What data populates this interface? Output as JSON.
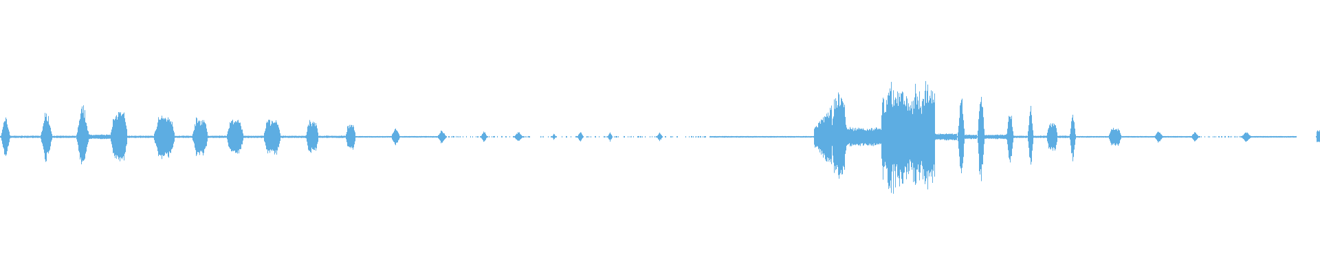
{
  "waveform": {
    "color": "#5DADE2",
    "background": "#FFFFFF",
    "duration_fraction_note": "",
    "segments": [
      {
        "start": 0.0,
        "end": 0.008,
        "amplitude": 0.17,
        "shape": "burst"
      },
      {
        "start": 0.008,
        "end": 0.03,
        "amplitude": 0.01,
        "shape": "line"
      },
      {
        "start": 0.03,
        "end": 0.04,
        "amplitude": 0.22,
        "shape": "burst"
      },
      {
        "start": 0.04,
        "end": 0.057,
        "amplitude": 0.01,
        "shape": "line"
      },
      {
        "start": 0.057,
        "end": 0.068,
        "amplitude": 0.26,
        "shape": "burst"
      },
      {
        "start": 0.068,
        "end": 0.084,
        "amplitude": 0.02,
        "shape": "line"
      },
      {
        "start": 0.084,
        "end": 0.096,
        "amplitude": 0.22,
        "shape": "block"
      },
      {
        "start": 0.096,
        "end": 0.117,
        "amplitude": 0.01,
        "shape": "line"
      },
      {
        "start": 0.117,
        "end": 0.132,
        "amplitude": 0.18,
        "shape": "block"
      },
      {
        "start": 0.132,
        "end": 0.146,
        "amplitude": 0.01,
        "shape": "line"
      },
      {
        "start": 0.146,
        "end": 0.157,
        "amplitude": 0.16,
        "shape": "block"
      },
      {
        "start": 0.157,
        "end": 0.172,
        "amplitude": 0.01,
        "shape": "line"
      },
      {
        "start": 0.172,
        "end": 0.184,
        "amplitude": 0.15,
        "shape": "block"
      },
      {
        "start": 0.184,
        "end": 0.2,
        "amplitude": 0.01,
        "shape": "line"
      },
      {
        "start": 0.2,
        "end": 0.212,
        "amplitude": 0.15,
        "shape": "block"
      },
      {
        "start": 0.212,
        "end": 0.232,
        "amplitude": 0.01,
        "shape": "line"
      },
      {
        "start": 0.232,
        "end": 0.241,
        "amplitude": 0.14,
        "shape": "block"
      },
      {
        "start": 0.241,
        "end": 0.262,
        "amplitude": 0.01,
        "shape": "line"
      },
      {
        "start": 0.262,
        "end": 0.269,
        "amplitude": 0.11,
        "shape": "block"
      },
      {
        "start": 0.269,
        "end": 0.296,
        "amplitude": 0.005,
        "shape": "line"
      },
      {
        "start": 0.296,
        "end": 0.303,
        "amplitude": 0.09,
        "shape": "diamond"
      },
      {
        "start": 0.303,
        "end": 0.331,
        "amplitude": 0.005,
        "shape": "line"
      },
      {
        "start": 0.331,
        "end": 0.338,
        "amplitude": 0.07,
        "shape": "diamond"
      },
      {
        "start": 0.338,
        "end": 0.364,
        "amplitude": 0.003,
        "shape": "dots"
      },
      {
        "start": 0.364,
        "end": 0.369,
        "amplitude": 0.06,
        "shape": "diamond"
      },
      {
        "start": 0.369,
        "end": 0.389,
        "amplitude": 0.003,
        "shape": "dots"
      },
      {
        "start": 0.389,
        "end": 0.396,
        "amplitude": 0.05,
        "shape": "diamond"
      },
      {
        "start": 0.396,
        "end": 0.418,
        "amplitude": 0.003,
        "shape": "dots"
      },
      {
        "start": 0.418,
        "end": 0.421,
        "amplitude": 0.03,
        "shape": "diamond"
      },
      {
        "start": 0.421,
        "end": 0.437,
        "amplitude": 0.003,
        "shape": "dots"
      },
      {
        "start": 0.437,
        "end": 0.442,
        "amplitude": 0.05,
        "shape": "diamond"
      },
      {
        "start": 0.442,
        "end": 0.46,
        "amplitude": 0.003,
        "shape": "dots"
      },
      {
        "start": 0.46,
        "end": 0.464,
        "amplitude": 0.05,
        "shape": "diamond"
      },
      {
        "start": 0.464,
        "end": 0.497,
        "amplitude": 0.003,
        "shape": "dots"
      },
      {
        "start": 0.497,
        "end": 0.502,
        "amplitude": 0.04,
        "shape": "diamond"
      },
      {
        "start": 0.502,
        "end": 0.538,
        "amplitude": 0.003,
        "shape": "dots"
      },
      {
        "start": 0.538,
        "end": 0.617,
        "amplitude": 0.006,
        "shape": "line"
      },
      {
        "start": 0.617,
        "end": 0.63,
        "amplitude": 0.27,
        "shape": "swell"
      },
      {
        "start": 0.63,
        "end": 0.641,
        "amplitude": 0.36,
        "shape": "block"
      },
      {
        "start": 0.641,
        "end": 0.668,
        "amplitude": 0.08,
        "shape": "line"
      },
      {
        "start": 0.668,
        "end": 0.69,
        "amplitude": 0.48,
        "shape": "dense"
      },
      {
        "start": 0.69,
        "end": 0.698,
        "amplitude": 0.46,
        "shape": "dense"
      },
      {
        "start": 0.698,
        "end": 0.708,
        "amplitude": 0.5,
        "shape": "dense"
      },
      {
        "start": 0.708,
        "end": 0.725,
        "amplitude": 0.03,
        "shape": "line"
      },
      {
        "start": 0.725,
        "end": 0.731,
        "amplitude": 0.34,
        "shape": "burst"
      },
      {
        "start": 0.731,
        "end": 0.74,
        "amplitude": 0.02,
        "shape": "line"
      },
      {
        "start": 0.74,
        "end": 0.746,
        "amplitude": 0.42,
        "shape": "burst"
      },
      {
        "start": 0.746,
        "end": 0.762,
        "amplitude": 0.02,
        "shape": "line"
      },
      {
        "start": 0.762,
        "end": 0.768,
        "amplitude": 0.24,
        "shape": "burst"
      },
      {
        "start": 0.768,
        "end": 0.778,
        "amplitude": 0.01,
        "shape": "line"
      },
      {
        "start": 0.778,
        "end": 0.783,
        "amplitude": 0.25,
        "shape": "burst"
      },
      {
        "start": 0.783,
        "end": 0.793,
        "amplitude": 0.01,
        "shape": "line"
      },
      {
        "start": 0.793,
        "end": 0.801,
        "amplitude": 0.12,
        "shape": "block"
      },
      {
        "start": 0.801,
        "end": 0.81,
        "amplitude": 0.01,
        "shape": "line"
      },
      {
        "start": 0.81,
        "end": 0.815,
        "amplitude": 0.22,
        "shape": "burst"
      },
      {
        "start": 0.815,
        "end": 0.84,
        "amplitude": 0.006,
        "shape": "line"
      },
      {
        "start": 0.84,
        "end": 0.849,
        "amplitude": 0.08,
        "shape": "block"
      },
      {
        "start": 0.849,
        "end": 0.874,
        "amplitude": 0.005,
        "shape": "line"
      },
      {
        "start": 0.874,
        "end": 0.881,
        "amplitude": 0.06,
        "shape": "diamond"
      },
      {
        "start": 0.881,
        "end": 0.902,
        "amplitude": 0.005,
        "shape": "line"
      },
      {
        "start": 0.902,
        "end": 0.908,
        "amplitude": 0.05,
        "shape": "diamond"
      },
      {
        "start": 0.908,
        "end": 0.94,
        "amplitude": 0.005,
        "shape": "dots"
      },
      {
        "start": 0.94,
        "end": 0.948,
        "amplitude": 0.05,
        "shape": "diamond"
      },
      {
        "start": 0.948,
        "end": 0.982,
        "amplitude": 0.005,
        "shape": "line"
      },
      {
        "start": 0.997,
        "end": 1.0,
        "amplitude": 0.06,
        "shape": "block"
      }
    ]
  }
}
